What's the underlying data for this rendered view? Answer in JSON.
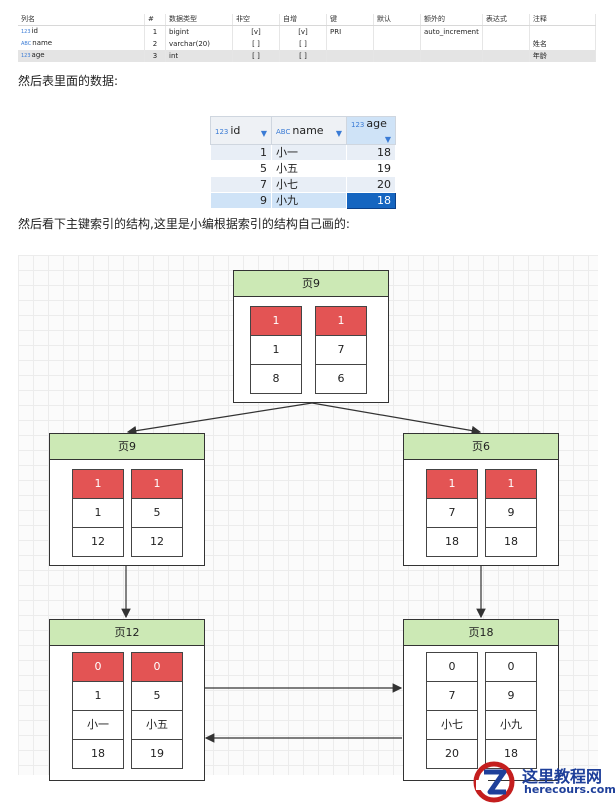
{
  "schema": {
    "headers": [
      "列名",
      "#",
      "数据类型",
      "非空",
      "自增",
      "键",
      "默认",
      "额外的",
      "表达式",
      "注释"
    ],
    "rows": [
      {
        "type_icon": "123",
        "name": "id",
        "num": "1",
        "dtype": "bigint",
        "notnull": "[v]",
        "autoinc": "[v]",
        "key": "PRI",
        "default": "",
        "extra": "auto_increment",
        "expr": "",
        "comment": ""
      },
      {
        "type_icon": "ABC",
        "name": "name",
        "num": "2",
        "dtype": "varchar(20)",
        "notnull": "[ ]",
        "autoinc": "[ ]",
        "key": "",
        "default": "",
        "extra": "",
        "expr": "",
        "comment": "姓名"
      },
      {
        "type_icon": "123",
        "name": "age",
        "num": "3",
        "dtype": "int",
        "notnull": "[ ]",
        "autoinc": "[ ]",
        "key": "",
        "default": "",
        "extra": "",
        "expr": "",
        "comment": "年龄"
      }
    ]
  },
  "text1": "然后表里面的数据:",
  "data_grid": {
    "headers": [
      {
        "type_icon": "123",
        "label": "id"
      },
      {
        "type_icon": "ABC",
        "label": "name"
      },
      {
        "type_icon": "123",
        "label": "age"
      }
    ],
    "rows": [
      {
        "id": "1",
        "name": "小一",
        "age": "18"
      },
      {
        "id": "5",
        "name": "小五",
        "age": "19"
      },
      {
        "id": "7",
        "name": "小七",
        "age": "20"
      },
      {
        "id": "9",
        "name": "小九",
        "age": "18"
      }
    ]
  },
  "text2": "然后看下主键索引的结构,这里是小编根据索引的结构自己画的:",
  "diagram": {
    "colors": {
      "header": "#cce9b5",
      "marker": "#e35454"
    },
    "pages": [
      {
        "title": "页9",
        "columns": [
          [
            "1",
            "1",
            "8"
          ],
          [
            "1",
            "7",
            "6"
          ]
        ]
      },
      {
        "title": "页9",
        "columns": [
          [
            "1",
            "1",
            "12"
          ],
          [
            "1",
            "5",
            "12"
          ]
        ]
      },
      {
        "title": "页6",
        "columns": [
          [
            "1",
            "7",
            "18"
          ],
          [
            "1",
            "9",
            "18"
          ]
        ]
      },
      {
        "title": "页12",
        "columns": [
          [
            "0",
            "1",
            "小一",
            "18"
          ],
          [
            "0",
            "5",
            "小五",
            "19"
          ]
        ]
      },
      {
        "title": "页18",
        "columns": [
          [
            "0",
            "7",
            "小七",
            "20"
          ],
          [
            "0",
            "9",
            "小九",
            "18"
          ]
        ]
      }
    ]
  },
  "watermark": {
    "cn": "这里教程网",
    "en": "herecours.com"
  }
}
